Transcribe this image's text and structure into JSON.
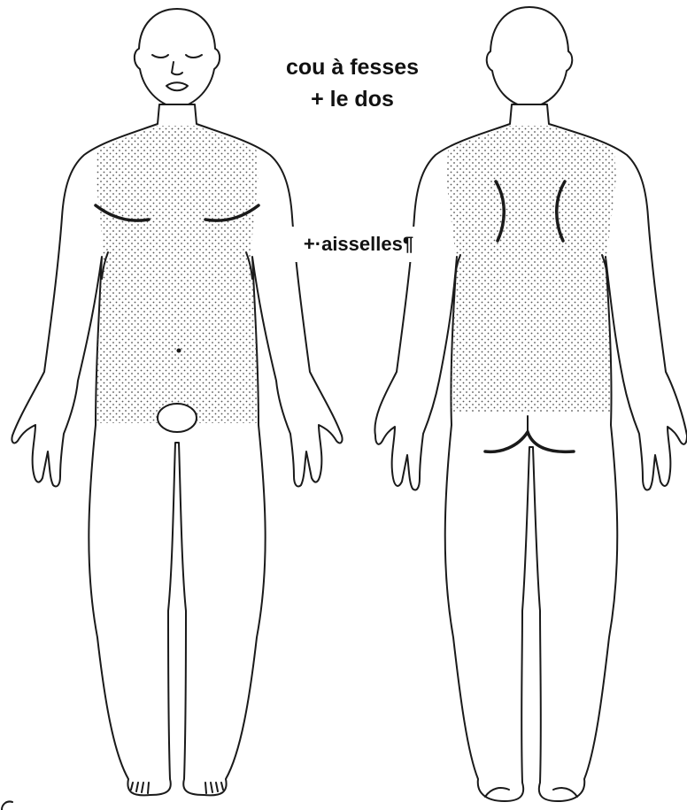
{
  "annotations": {
    "zone_line1": "cou à fesses",
    "zone_line2": "+ le dos",
    "armpits": "+·aisselles¶"
  },
  "figures": [
    {
      "view": "front"
    },
    {
      "view": "back"
    }
  ],
  "colors": {
    "outline": "#1a1a1a",
    "highlight_dots": "#555555",
    "background": "#ffffff"
  }
}
